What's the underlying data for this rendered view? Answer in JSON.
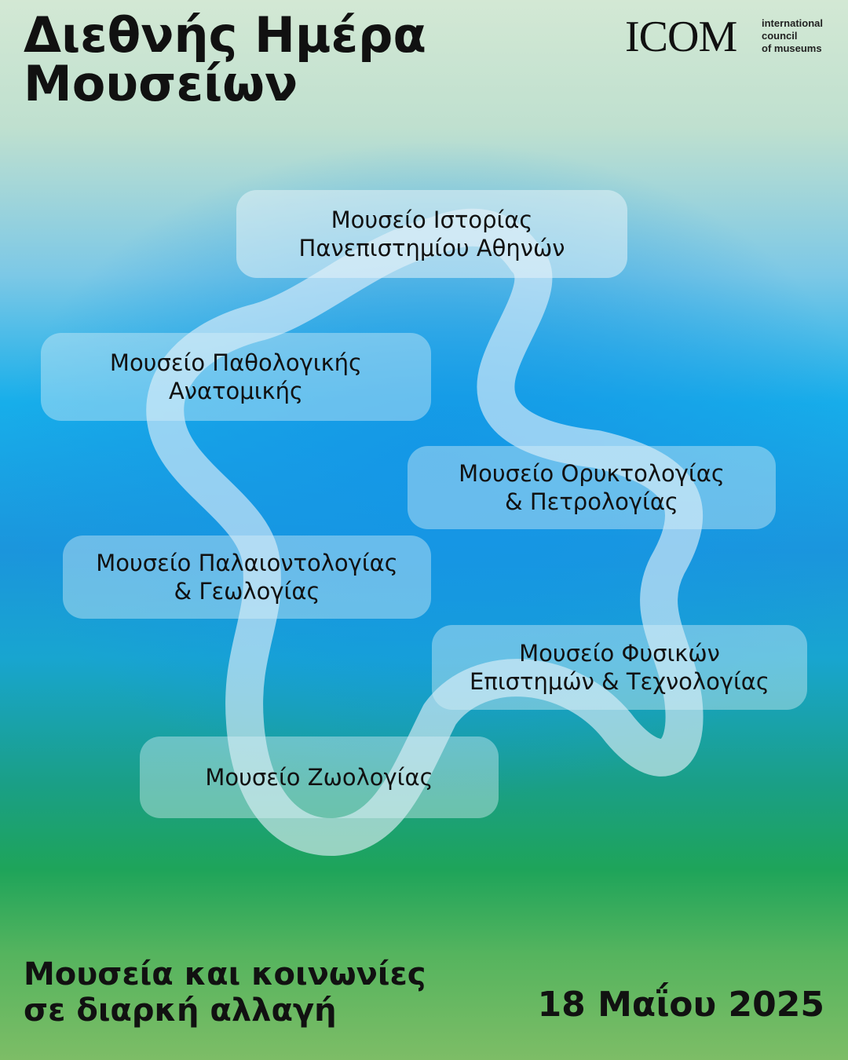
{
  "header": {
    "title": "Διεθνής Ημέρα Μουσείων",
    "title_lines": [
      "Διεθνής Ημέρα",
      "Μουσείων"
    ]
  },
  "logo": {
    "mark": "ICOM",
    "text_lines": [
      "international",
      "council",
      "of museums"
    ]
  },
  "museums": [
    {
      "lines": [
        "Μουσείο Ιστορίας",
        "Πανεπιστημίου Αθηνών"
      ]
    },
    {
      "lines": [
        "Μουσείο Παθολογικής",
        "Ανατομικής"
      ]
    },
    {
      "lines": [
        "Μουσείο Ορυκτολογίας",
        "& Πετρολογίας"
      ]
    },
    {
      "lines": [
        "Μουσείο Παλαιοντολογίας",
        "& Γεωλογίας"
      ]
    },
    {
      "lines": [
        "Μουσείο Φυσικών",
        "Επιστημών & Τεχνολογίας"
      ]
    },
    {
      "lines": [
        "Μουσείο Ζωολογίας"
      ]
    }
  ],
  "footer": {
    "subtitle_lines": [
      "Μουσεία και κοινωνίες",
      "σε διαρκή αλλαγή"
    ],
    "date": "18 Μαΐου 2025"
  },
  "colors": {
    "text": "#111111",
    "sky_blue": "#17aeea",
    "green": "#1ea45a",
    "card_fill": "#dcf0f8"
  }
}
